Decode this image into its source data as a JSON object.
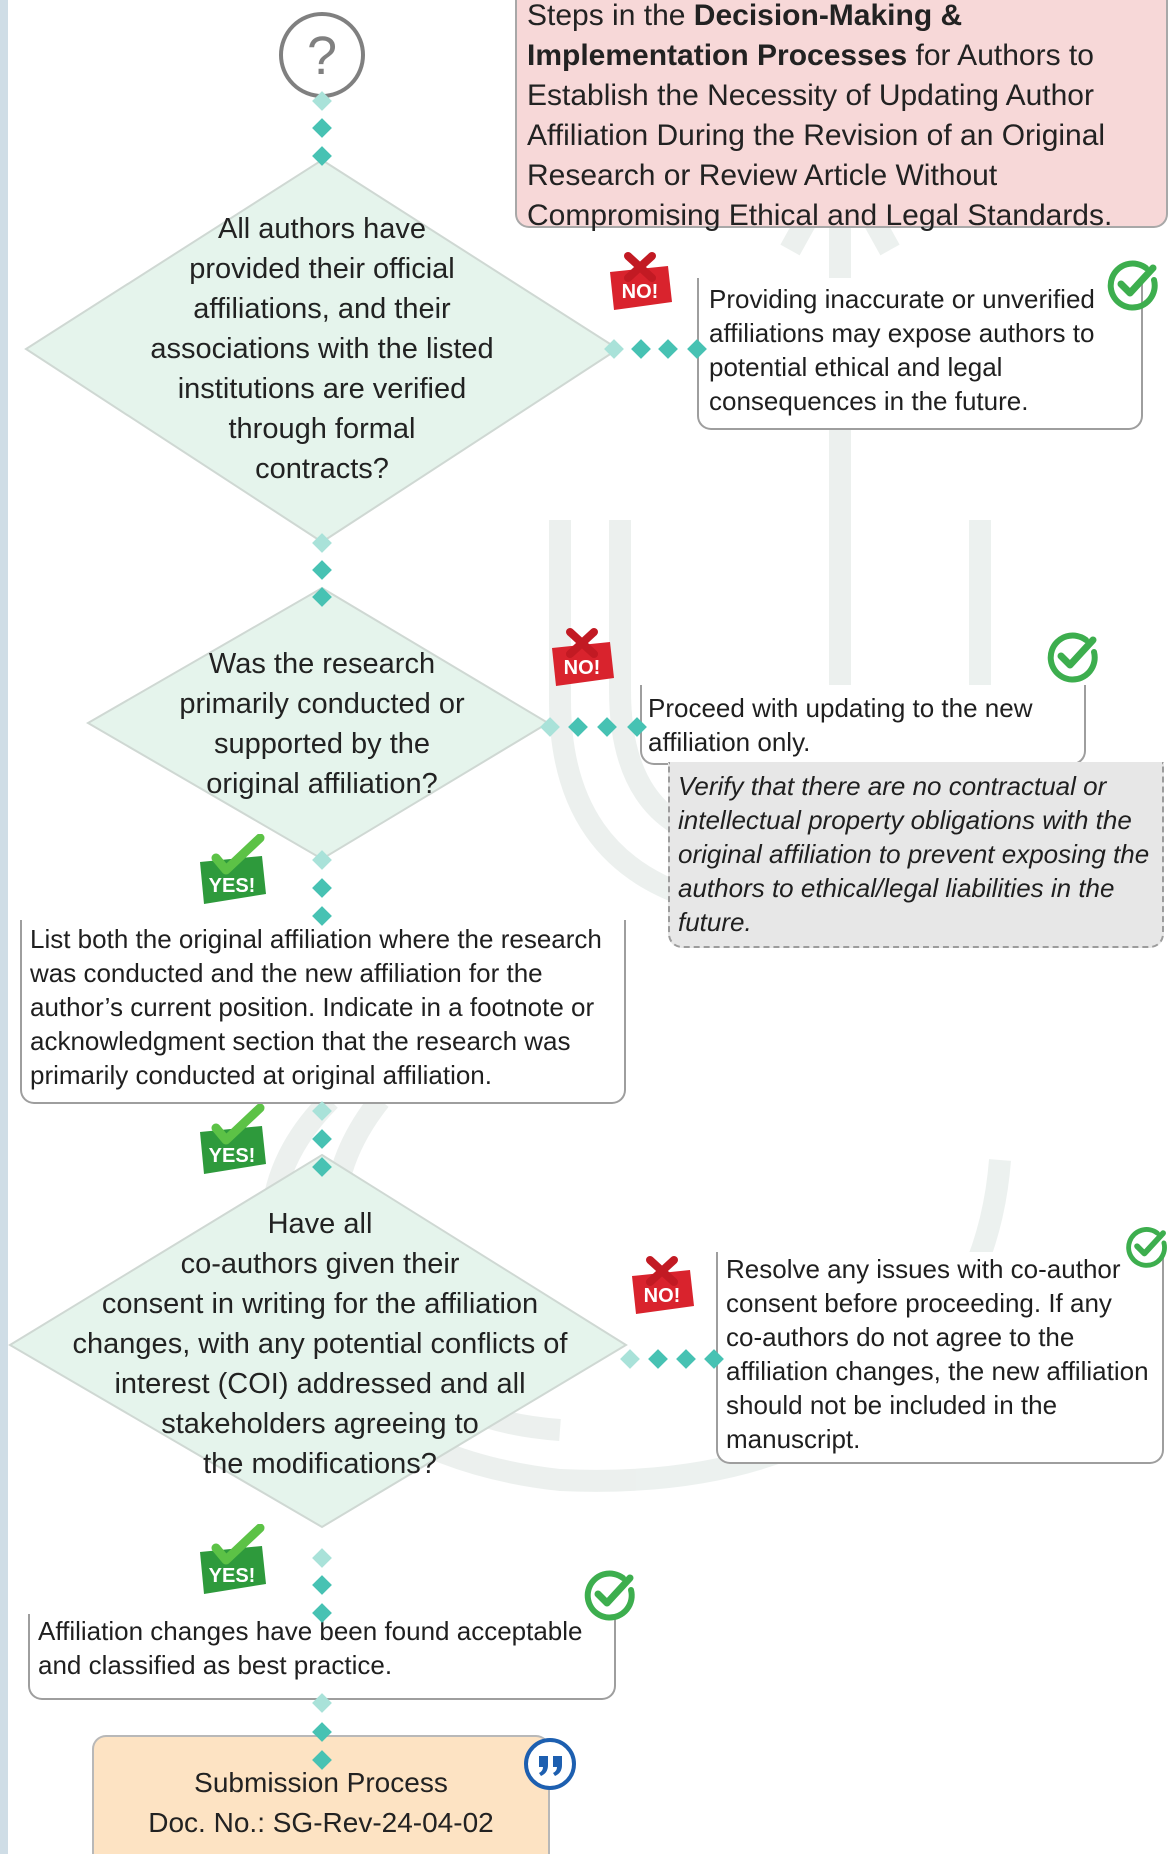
{
  "title": {
    "pre": "Steps in the ",
    "bold": "Decision-Making & Implementation Processes",
    "post": " for Authors to Establish the Necessity of Updating Author Affiliation During the Revision of an Original Research or Review Article Without Compromising Ethical and Legal Standards."
  },
  "start_icon": "?",
  "q1": {
    "lines": [
      "All authors have",
      "provided their official",
      "affiliations, and their",
      "associations with the listed",
      "institutions are verified",
      "through formal",
      "contracts?"
    ],
    "no_text": "Providing inaccurate or unverified affiliations may expose authors to potential ethical and legal consequences in the future."
  },
  "q2": {
    "lines": [
      "Was the research",
      "primarily conducted or",
      "supported by the",
      "original affiliation?"
    ],
    "no_text": "Proceed with updating to the new affiliation only.",
    "no_note": "Verify that there are no contractual or intellectual property obligations with the original affiliation to prevent exposing the authors to ethical/legal liabilities in the future.",
    "yes_text": "List both the original affiliation where the research was conducted and the new affiliation for the author’s current position. Indicate in a footnote or acknowledgment section that the research was primarily conducted at original affiliation."
  },
  "q3": {
    "lines": [
      "Have all",
      "co-authors given their",
      "consent in writing for the affiliation",
      "changes, with any potential conflicts of",
      "interest (COI) addressed and all",
      "stakeholders agreeing to",
      "the modifications?"
    ],
    "no_text": "Resolve any issues with co-author consent before proceeding. If any co-authors do not agree to the affiliation changes, the new affiliation should not be included in the manuscript.",
    "yes_text": "Affiliation changes have been found acceptable and classified as best practice."
  },
  "submission": {
    "line1": "Submission Process",
    "line2": "Doc. No.: SG-Rev-24-04-02"
  },
  "badges": {
    "no": "NO!",
    "yes": "YES!"
  },
  "icons": [
    "question-icon",
    "check-circle-icon",
    "no-badge-icon",
    "yes-badge-icon",
    "quote-icon"
  ],
  "colors": {
    "diamond": "#e5f4ec",
    "connector": "#47c2b3",
    "title_bg": "#f7d8d8",
    "submit_bg": "#fde3c3",
    "note_bg": "#e7e7e7",
    "check": "#3dae4e",
    "no_red": "#d9232d",
    "yes_green": "#2e9a3c",
    "quote_blue": "#1d5fb0"
  }
}
